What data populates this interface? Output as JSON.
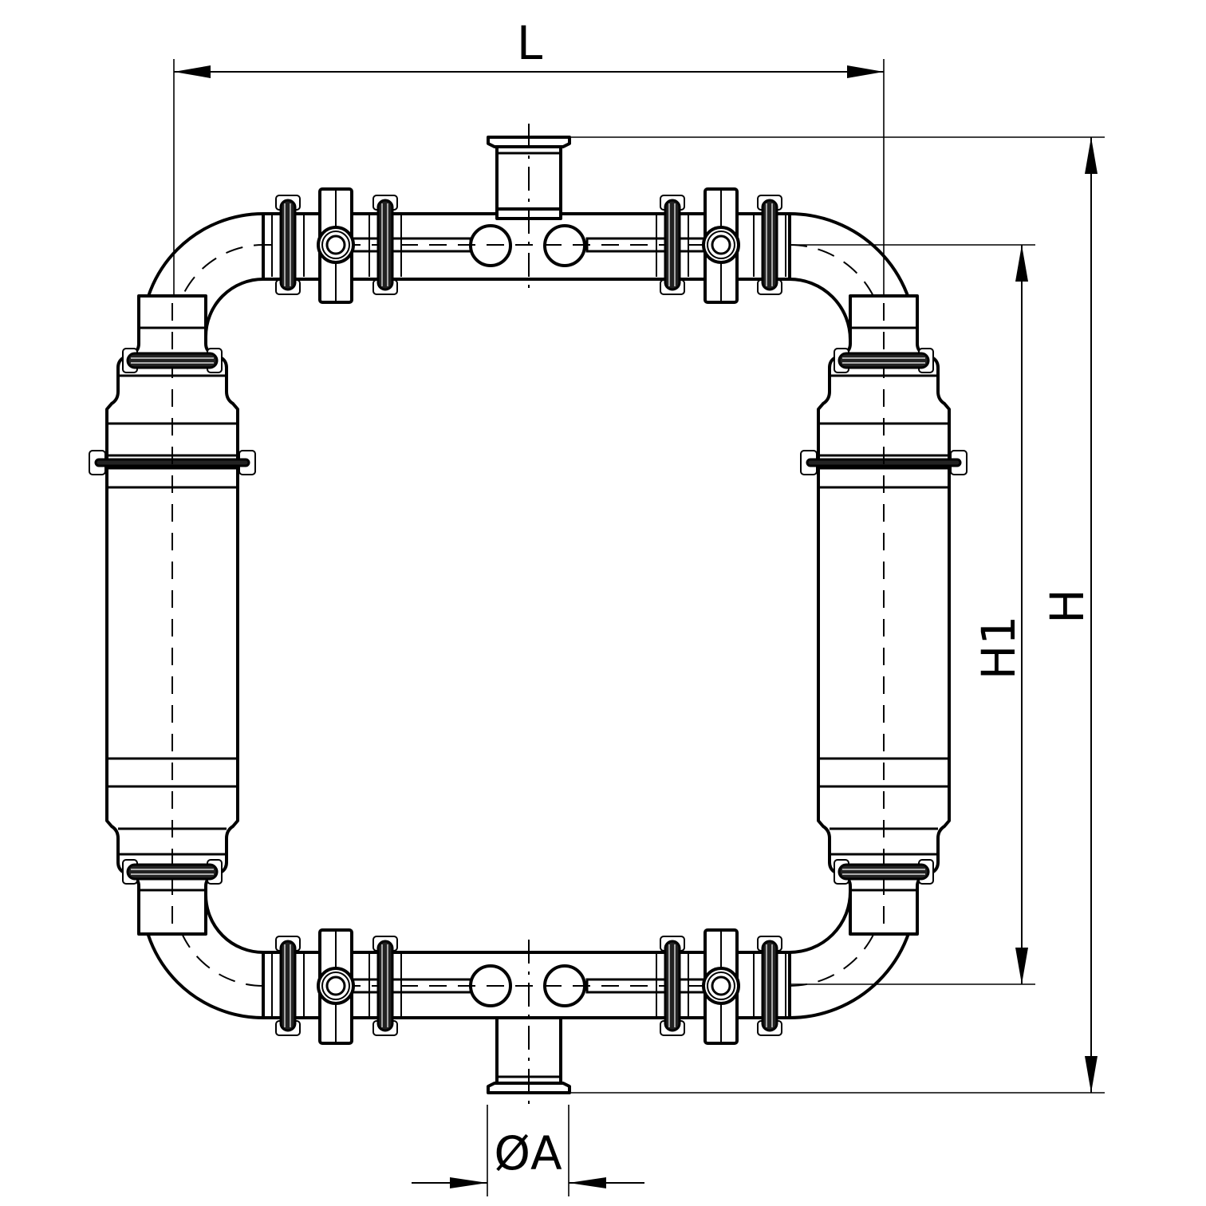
{
  "drawing": {
    "type": "technical-drawing",
    "subject": "pipe loop assembly with clamp fittings, valves and vertical vessels",
    "colors": {
      "line": "#000000",
      "background": "#ffffff"
    }
  },
  "dimensions": {
    "length": {
      "label": "L",
      "orientation": "horizontal",
      "position": "top"
    },
    "height": {
      "label": "H",
      "orientation": "vertical",
      "position": "right-outer"
    },
    "height_inner": {
      "label": "H1",
      "orientation": "vertical",
      "position": "right-inner"
    },
    "diameter": {
      "label": "ØA",
      "orientation": "horizontal",
      "position": "bottom"
    }
  },
  "components": {
    "top_outlet": "tri-clamp ferrule outlet (top)",
    "bottom_outlet": "tri-clamp ferrule outlet (bottom)",
    "left_vessel": "vertical cylindrical vessel (left)",
    "right_vessel": "vertical cylindrical vessel (right)",
    "elbows": [
      "top-left",
      "top-right",
      "bottom-left",
      "bottom-right"
    ],
    "valves": [
      "top-left",
      "top-right",
      "bottom-left",
      "bottom-right"
    ]
  }
}
